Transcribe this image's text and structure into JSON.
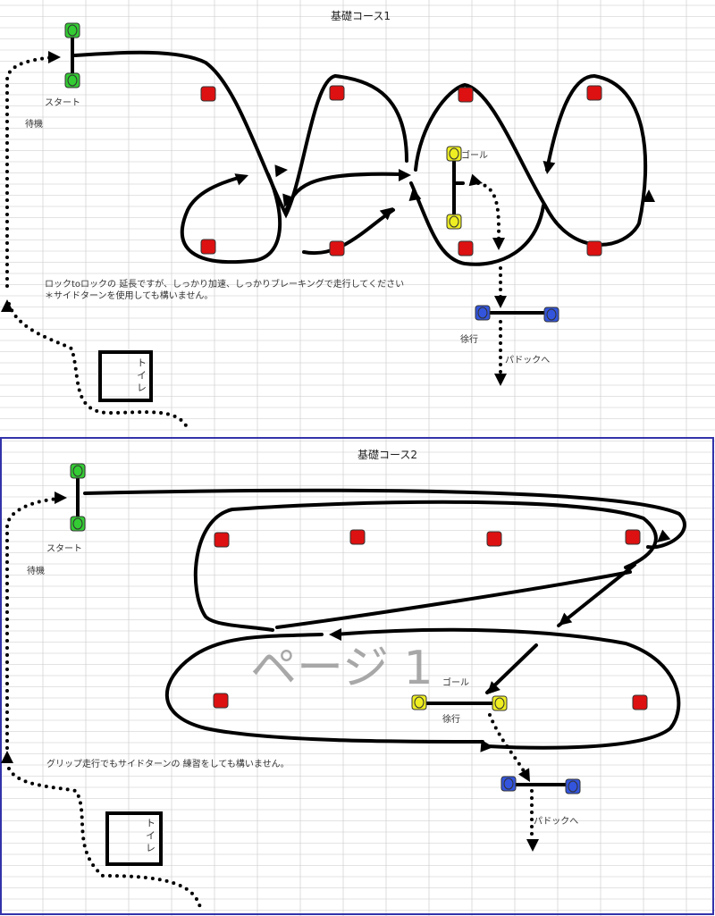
{
  "course1": {
    "title": "基礎コース1",
    "start_label": "スタート",
    "wait_label": "待機",
    "goal_label": "ゴール",
    "slow_label": "徐行",
    "paddock_label": "パドックへ",
    "toilet_label": "トイレ",
    "note_line1": "ロックtoロックの 延長ですが、しっかり加速、しっかりブレーキングで走行してください",
    "note_line2": "＊サイドターンを使用しても構いません。"
  },
  "course2": {
    "title": "基礎コース2",
    "start_label": "スタート",
    "wait_label": "待機",
    "goal_label": "ゴール",
    "slow_label": "徐行",
    "paddock_label": "パドックへ",
    "toilet_label": "トイレ",
    "note": "グリップ走行でもサイドターンの 練習をしても構いません。",
    "watermark": "ページ 1"
  },
  "colors": {
    "cone": "#dd1111",
    "start": "#33cc33",
    "goal": "#eeee22",
    "slow": "#3355dd",
    "page_border": "#3333aa",
    "grid": "#c8c8c8"
  }
}
